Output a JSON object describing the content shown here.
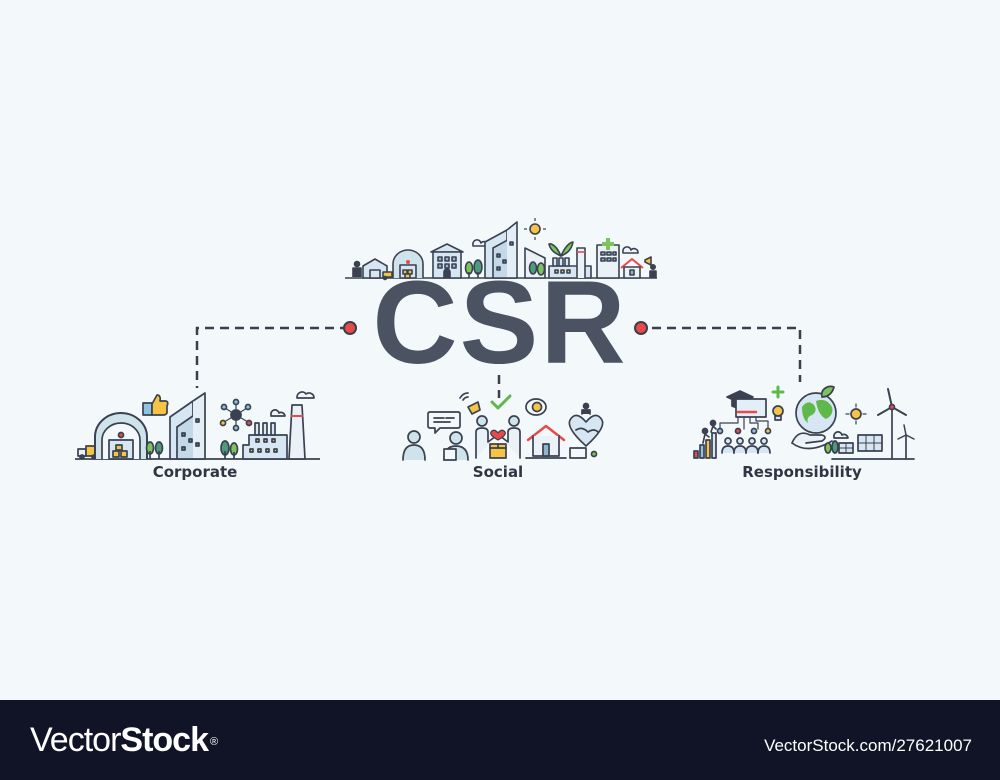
{
  "diagram": {
    "title": "CSR",
    "branches": [
      {
        "label": "Corporate",
        "icons": [
          "truck-icon",
          "warehouse-icon",
          "thumbs-up-icon",
          "office-building-icon",
          "network-icon",
          "tree-icon",
          "factory-icon",
          "cloud-icon"
        ]
      },
      {
        "label": "Social",
        "icons": [
          "chat-bubble-icon",
          "megaphone-icon",
          "people-icon",
          "checkmark-icon",
          "heart-hands-icon",
          "box-icon",
          "smiley-bubble-icon",
          "house-icon",
          "handshake-icon",
          "certificate-icon"
        ]
      },
      {
        "label": "Responsibility",
        "icons": [
          "growth-chart-icon",
          "graduation-cap-icon",
          "blueprint-icon",
          "lightbulb-icon",
          "plus-icon",
          "globe-in-hand-icon",
          "sun-icon",
          "solar-panel-icon",
          "wind-turbine-icon",
          "team-icon"
        ]
      }
    ],
    "skyline_icons": [
      "person-icon",
      "warehouse-icon",
      "truck-icon",
      "dome-warehouse-icon",
      "bank-icon",
      "tree-icon",
      "skyscraper-icon",
      "sun-icon",
      "cloud-icon",
      "factory-icon",
      "plant-sprout-icon",
      "hospital-icon",
      "house-icon",
      "megaphone-icon"
    ],
    "colors": {
      "background": "#f3f8fb",
      "title": "#4b5261",
      "connector": "#3a3f4c",
      "node": "#e84a4a",
      "label": "#2f3542",
      "icon_fill": "#d6e6f2",
      "icon_stroke": "#3a4150",
      "accent_yellow": "#f6c344",
      "accent_green": "#5fb84a",
      "accent_red": "#e84a4a",
      "footer": "#111426"
    }
  },
  "footer": {
    "brand_light": "Vector",
    "brand_bold": "Stock",
    "brand_mark": "®",
    "reference": "VectorStock.com/27621007"
  }
}
